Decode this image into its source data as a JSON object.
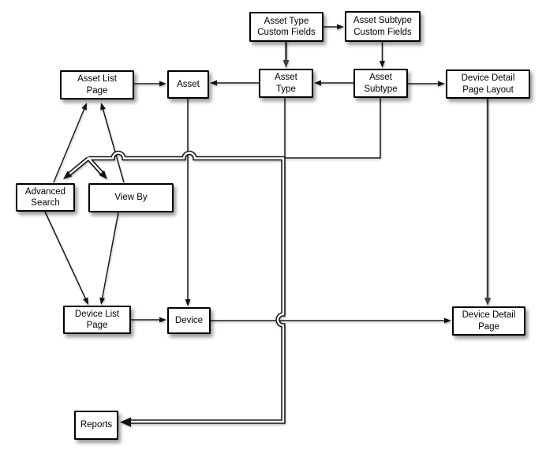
{
  "diagram": {
    "background_color": "#ffffff",
    "line_color": "#1a1a1a",
    "thick_line_color": "#3f3f3f",
    "nodes": {
      "asset_type_custom_fields": {
        "label": "Asset Type\nCustom Fields"
      },
      "asset_subtype_custom_fields": {
        "label": "Asset Subtype\nCustom Fields"
      },
      "asset_list_page": {
        "label": "Asset List\nPage"
      },
      "asset": {
        "label": "Asset"
      },
      "asset_type": {
        "label": "Asset\nType"
      },
      "asset_subtype": {
        "label": "Asset\nSubtype"
      },
      "device_detail_page_layout": {
        "label": "Device Detail\nPage Layout"
      },
      "advanced_search": {
        "label": "Advanced\nSearch"
      },
      "view_by": {
        "label": "View By"
      },
      "device_list_page": {
        "label": "Device List\nPage"
      },
      "device": {
        "label": "Device"
      },
      "device_detail_page": {
        "label": "Device Detail\nPage"
      },
      "reports": {
        "label": "Reports"
      }
    },
    "edges": [
      {
        "from": "asset_type_custom_fields",
        "to": "asset_subtype_custom_fields",
        "style": "single"
      },
      {
        "from": "asset_type_custom_fields",
        "to": "asset_type",
        "style": "single"
      },
      {
        "from": "asset_subtype_custom_fields",
        "to": "asset_subtype",
        "style": "single"
      },
      {
        "from": "asset_list_page",
        "to": "asset",
        "style": "single"
      },
      {
        "from": "asset_type",
        "to": "asset",
        "style": "single"
      },
      {
        "from": "asset_subtype",
        "to": "asset_type",
        "style": "single"
      },
      {
        "from": "asset_subtype",
        "to": "device_detail_page_layout",
        "style": "single"
      },
      {
        "from": "device_detail_page_layout",
        "to": "device_detail_page",
        "style": "single"
      },
      {
        "from": "asset",
        "to": "device",
        "style": "single"
      },
      {
        "from": "advanced_search",
        "to": "asset_list_page",
        "style": "single"
      },
      {
        "from": "view_by",
        "to": "asset_list_page",
        "style": "single"
      },
      {
        "from": "advanced_search",
        "to": "device_list_page",
        "style": "single"
      },
      {
        "from": "view_by",
        "to": "device_list_page",
        "style": "single"
      },
      {
        "from": "device_list_page",
        "to": "device",
        "style": "single"
      },
      {
        "from": "device",
        "to": "device_detail_page",
        "style": "single"
      },
      {
        "from": [
          "asset_type",
          "asset_subtype"
        ],
        "to": "advanced_search",
        "style": "double"
      },
      {
        "from": [
          "asset_type",
          "asset_subtype"
        ],
        "to": "view_by",
        "style": "double"
      },
      {
        "from": [
          "asset_type",
          "asset_subtype"
        ],
        "to": "reports",
        "style": "double"
      }
    ]
  }
}
